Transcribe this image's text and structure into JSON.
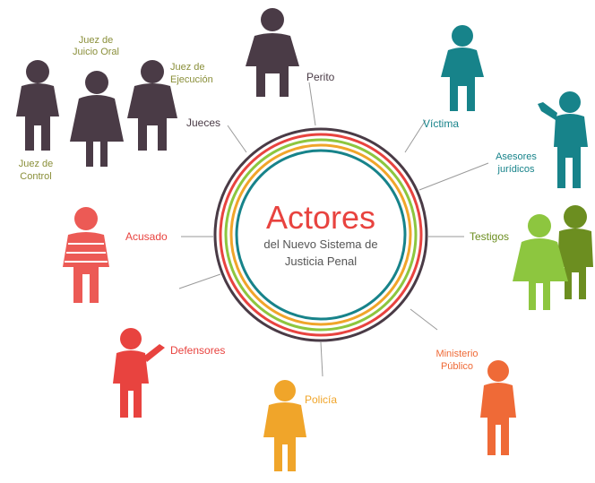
{
  "center": {
    "title": "Actores",
    "subtitle_line1": "del Nuevo Sistema de",
    "subtitle_line2": "Justicia Penal"
  },
  "labels": {
    "juez_juicio_oral_l1": "Juez de",
    "juez_juicio_oral_l2": "Juicio Oral",
    "juez_ejecucion_l1": "Juez de",
    "juez_ejecucion_l2": "Ejecución",
    "juez_control_l1": "Juez de",
    "juez_control_l2": "Control",
    "jueces": "Jueces",
    "perito": "Perito",
    "victima": "Víctima",
    "asesores_l1": "Asesores",
    "asesores_l2": "jurídicos",
    "testigos": "Testigos",
    "acusado": "Acusado",
    "defensores": "Defensores",
    "policia": "Policía",
    "ministerio_l1": "Ministerio",
    "ministerio_l2": "Público"
  },
  "colors": {
    "judges": "#4a3b46",
    "judges_label": "#8a8f3a",
    "perito": "#4a3b46",
    "victima": "#17838a",
    "asesores": "#17838a",
    "testigos_front": "#8dc63f",
    "testigos_back": "#6c8e20",
    "acusado": "#ec5a55",
    "defensores": "#e8433f",
    "policia": "#f0a52a",
    "ministerio": "#ef6a37",
    "title": "#e8433f"
  }
}
